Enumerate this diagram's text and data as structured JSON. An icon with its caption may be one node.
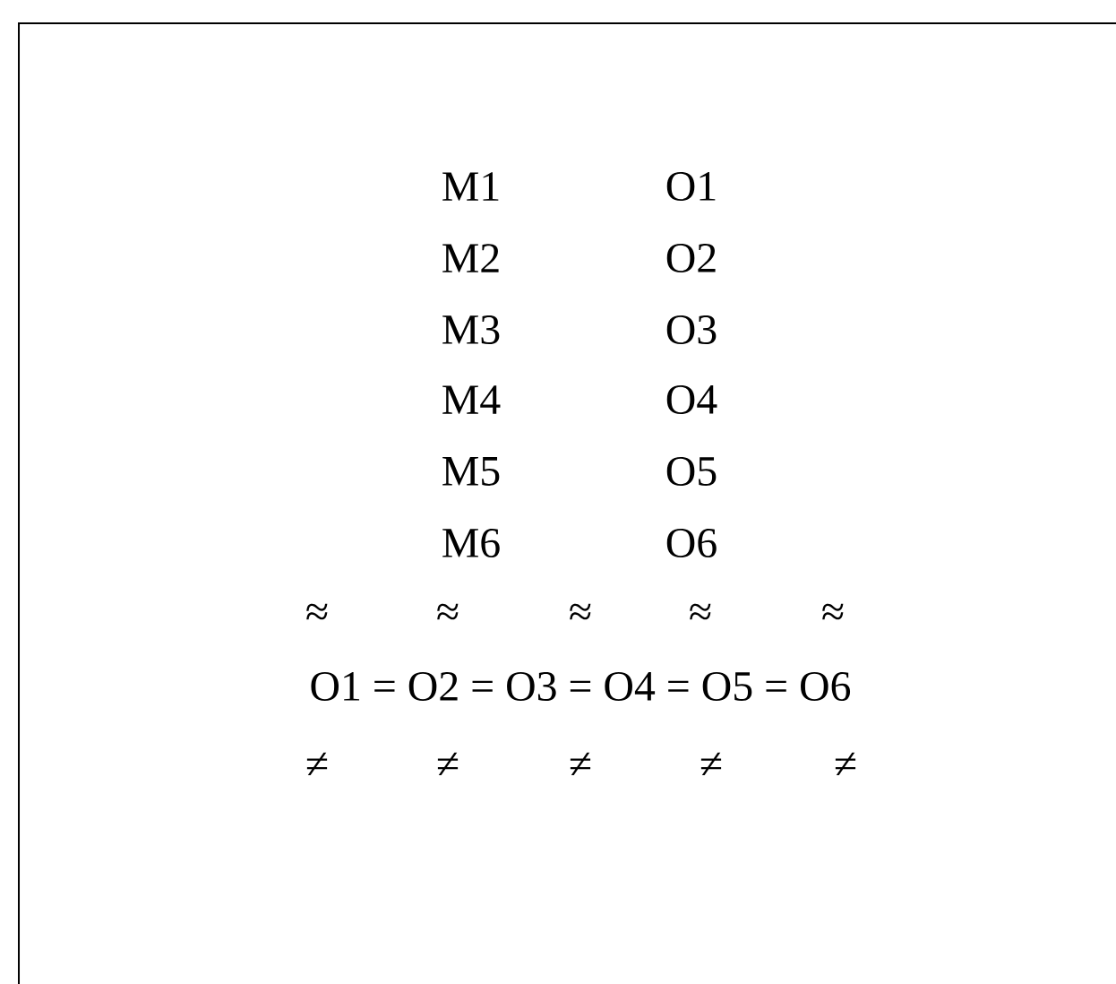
{
  "diagram": {
    "labels": [
      "M1",
      "O1",
      "M2",
      "O2",
      "M3",
      "O3",
      "M4",
      "O4",
      "M5",
      "O5",
      "M6",
      "O6",
      "≈",
      "≈",
      "≈",
      "≈",
      "≈",
      "O1 = O2 = O3 = O4 = O5 = O6",
      "≠",
      "≠",
      "≠",
      "≠",
      "≠"
    ]
  }
}
